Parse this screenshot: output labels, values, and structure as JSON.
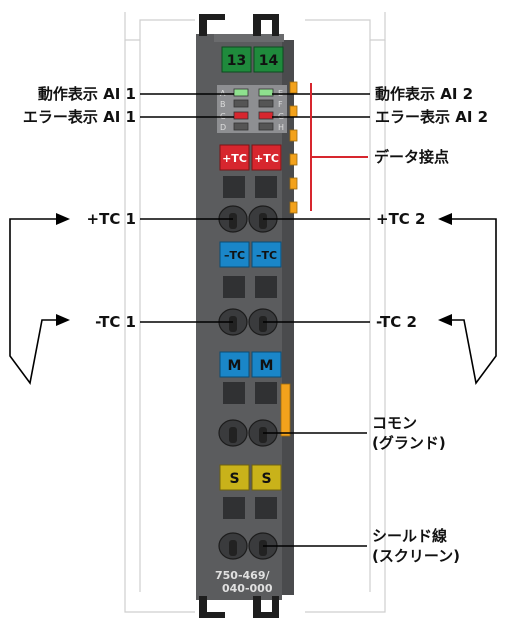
{
  "terminal_numbers": [
    "13",
    "14"
  ],
  "led_letters_left": [
    "A",
    "B",
    "C",
    "D"
  ],
  "led_letters_right": [
    "E",
    "F",
    "G",
    "H"
  ],
  "terminal_tags": {
    "tc_plus": [
      "+TC",
      "+TC"
    ],
    "tc_minus": [
      "–TC",
      "–TC"
    ],
    "common": [
      "M",
      "M"
    ],
    "shield": [
      "S",
      "S"
    ]
  },
  "labels": {
    "status_ai1": "動作表示 AI 1",
    "error_ai1": "エラー表示 AI 1",
    "status_ai2": "動作表示 AI 2",
    "error_ai2": "エラー表示 AI 2",
    "data_contacts": "データ接点",
    "tc1_plus": "+TC 1",
    "tc2_plus": "+TC 2",
    "tc1_minus": "-TC 1",
    "tc2_minus": "-TC 2",
    "common_line1": "コモン",
    "common_line2": "(グランド)",
    "shield_line1": "シールド線",
    "shield_line2": "(スクリーン)"
  },
  "part_number_line1": "750-469/",
  "part_number_line2": "040-000",
  "colors": {
    "housing": "#5b5c5e",
    "terminal_green": "#1f8a3c",
    "terminal_red": "#d7262e",
    "terminal_blue": "#1a86c8",
    "terminal_yellow": "#c9b21a",
    "accent_orange": "#f3a21c",
    "callout_red": "#d7262e"
  }
}
